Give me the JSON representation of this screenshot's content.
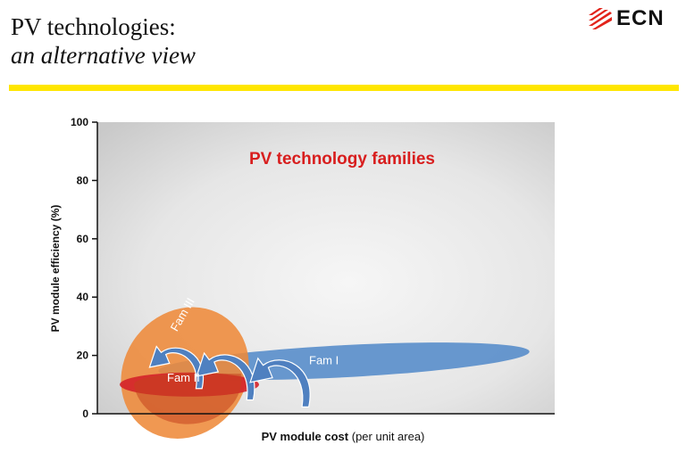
{
  "slide": {
    "title": "PV technologies:",
    "subtitle": "an alternative view"
  },
  "logo": {
    "text": "ECN"
  },
  "colors": {
    "accent_rule": "#ffe600",
    "fam1": "#5b8fcb",
    "fam2": "#d4222a",
    "fam3": "#ee8a3a",
    "chart_title": "#d81e1e",
    "plot_bg_light": "#f4f4f4",
    "plot_bg_dark": "#cbcbcb"
  },
  "chart_data": {
    "type": "scatter",
    "title": "PV technology families",
    "ylabel": "PV module efficiency (%)",
    "xlabel_bold": "PV module cost",
    "xlabel_rest": " (per unit area)",
    "ylim": [
      0,
      100
    ],
    "yticks": [
      "0",
      "20",
      "40",
      "60",
      "80",
      "100"
    ],
    "grid": false,
    "families": [
      {
        "label": "Fam I",
        "color": "#5b8fcb"
      },
      {
        "label": "Fam II",
        "color": "#d4222a"
      },
      {
        "label": "Fam III",
        "color": "#ee8a3a"
      }
    ],
    "arrows": 3
  }
}
